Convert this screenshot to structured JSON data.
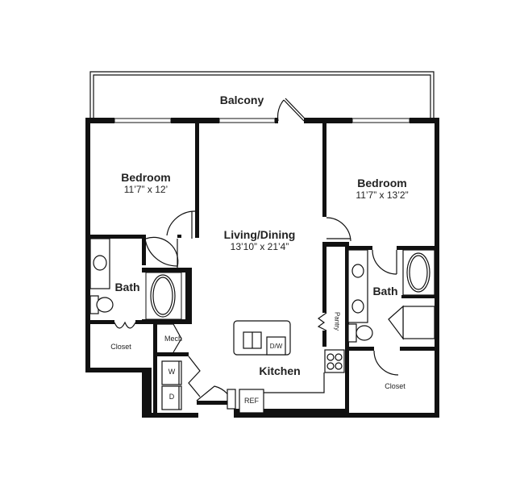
{
  "floor_plan": {
    "rooms": [
      {
        "id": "balcony",
        "name": "Balcony",
        "dimensions": ""
      },
      {
        "id": "bedroom_left",
        "name": "Bedroom",
        "dimensions": "11’7” x 12’"
      },
      {
        "id": "bedroom_right",
        "name": "Bedroom",
        "dimensions": "11’7” x 13’2”"
      },
      {
        "id": "living_dining",
        "name": "Living/Dining",
        "dimensions": "13’10” x 21’4”"
      },
      {
        "id": "bath_left",
        "name": "Bath",
        "dimensions": ""
      },
      {
        "id": "bath_right",
        "name": "Bath",
        "dimensions": ""
      },
      {
        "id": "kitchen",
        "name": "Kitchen",
        "dimensions": ""
      },
      {
        "id": "closet_left",
        "name": "Closet",
        "dimensions": ""
      },
      {
        "id": "closet_right",
        "name": "Closet",
        "dimensions": ""
      },
      {
        "id": "mech",
        "name": "Mech",
        "dimensions": ""
      },
      {
        "id": "pantry",
        "name": "Pantry",
        "dimensions": ""
      }
    ],
    "fixtures": {
      "washer": "W",
      "dryer": "D",
      "dishwasher": "D/W",
      "refrigerator": "REF"
    },
    "colors": {
      "wall": "#111111",
      "background": "#ffffff",
      "text": "#222222"
    }
  }
}
